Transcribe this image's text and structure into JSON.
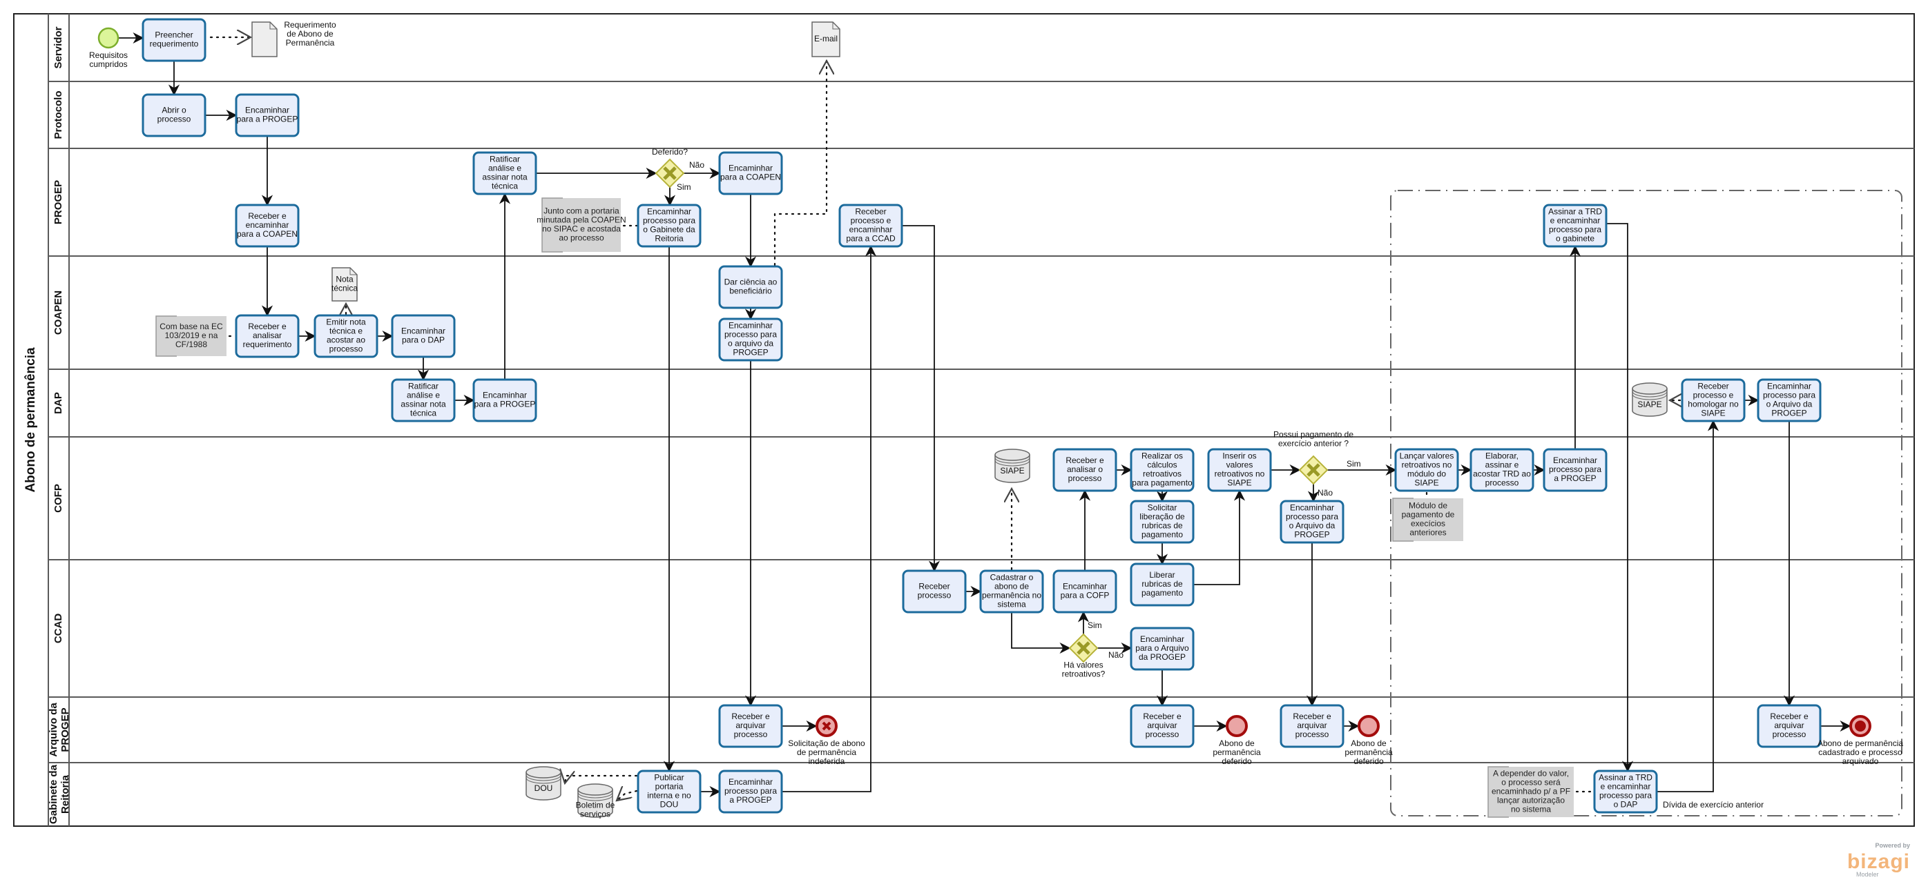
{
  "pool": {
    "title": "Abono de permanência"
  },
  "lanes": [
    {
      "id": "servidor",
      "label": "Servidor"
    },
    {
      "id": "protocolo",
      "label": "Protocolo"
    },
    {
      "id": "progep",
      "label": "PROGEP"
    },
    {
      "id": "coapen",
      "label": "COAPEN"
    },
    {
      "id": "dap",
      "label": "DAP"
    },
    {
      "id": "cofp",
      "label": "COFP"
    },
    {
      "id": "ccad",
      "label": "CCAD"
    },
    {
      "id": "arquivo",
      "label": "Arquivo da PROGEP"
    },
    {
      "id": "gabinete",
      "label": "Gabinete da Reitoria"
    }
  ],
  "tasks": [
    {
      "id": "t_preencher",
      "lane": "servidor",
      "label": "Preencher requerimento"
    },
    {
      "id": "t_abrir",
      "lane": "protocolo",
      "label": "Abrir o processo"
    },
    {
      "id": "t_prot_enc",
      "lane": "protocolo",
      "label": "Encaminhar para a PROGEP"
    },
    {
      "id": "t_progep_rec",
      "lane": "progep",
      "label": "Receber e encaminhar para a COAPEN"
    },
    {
      "id": "t_progep_ratif",
      "lane": "progep",
      "label": "Ratificar análise e assinar nota técnica"
    },
    {
      "id": "t_progep_enc_coapen",
      "lane": "progep",
      "label": "Encaminhar para a COAPEN"
    },
    {
      "id": "t_progep_enc_gab",
      "lane": "progep",
      "label": "Encaminhar processo para o Gabinete da Reitoria"
    },
    {
      "id": "t_progep_rec_ccad",
      "lane": "progep",
      "label": "Receber processo e encaminhar para a CCAD"
    },
    {
      "id": "t_progep_assinar",
      "lane": "progep",
      "label": "Assinar a TRD e encaminhar processo para o gabinete"
    },
    {
      "id": "t_coapen_rec",
      "lane": "coapen",
      "label": "Receber e analisar requerimento"
    },
    {
      "id": "t_coapen_emitir",
      "lane": "coapen",
      "label": "Emitir nota técnica e acostar ao processo"
    },
    {
      "id": "t_coapen_enc_dap",
      "lane": "coapen",
      "label": "Encaminhar para o DAP"
    },
    {
      "id": "t_coapen_ciencia",
      "lane": "coapen",
      "label": "Dar ciência ao beneficiário"
    },
    {
      "id": "t_coapen_enc_arq",
      "lane": "coapen",
      "label": "Encaminhar processo para o arquivo da PROGEP"
    },
    {
      "id": "t_dap_ratif",
      "lane": "dap",
      "label": "Ratificar análise e assinar nota técnica"
    },
    {
      "id": "t_dap_enc",
      "lane": "dap",
      "label": "Encaminhar para a PROGEP"
    },
    {
      "id": "t_dap_homologar",
      "lane": "dap",
      "label": "Receber processo e homologar no SIAPE"
    },
    {
      "id": "t_dap_enc_arq",
      "lane": "dap",
      "label": "Encaminhar processo para o Arquivo da PROGEP"
    },
    {
      "id": "t_cofp_rec",
      "lane": "cofp",
      "label": "Receber e analisar o processo"
    },
    {
      "id": "t_cofp_calc",
      "lane": "cofp",
      "label": "Realizar os cálculos retroativos para pagamento"
    },
    {
      "id": "t_cofp_solic",
      "lane": "cofp",
      "label": "Solicitar liberação de rubricas de pagamento"
    },
    {
      "id": "t_cofp_inserir",
      "lane": "cofp",
      "label": "Inserir os valores retroativos no SIAPE"
    },
    {
      "id": "t_cofp_enc_arq",
      "lane": "cofp",
      "label": "Encaminhar processo para o Arquivo da PROGEP"
    },
    {
      "id": "t_cofp_lancar",
      "lane": "cofp",
      "label": "Lançar valores retroativos no módulo do SIAPE"
    },
    {
      "id": "t_cofp_elaborar",
      "lane": "cofp",
      "label": "Elaborar, assinar e acostar TRD ao processo"
    },
    {
      "id": "t_cofp_enc_progep",
      "lane": "cofp",
      "label": "Encaminhar processo para a PROGEP"
    },
    {
      "id": "t_ccad_rec",
      "lane": "ccad",
      "label": "Receber processo"
    },
    {
      "id": "t_ccad_cadastrar",
      "lane": "ccad",
      "label": "Cadastrar o abono de permanência no sistema"
    },
    {
      "id": "t_ccad_enc_cofp",
      "lane": "ccad",
      "label": "Encaminhar para a COFP"
    },
    {
      "id": "t_ccad_liberar",
      "lane": "ccad",
      "label": "Liberar rubricas de pagamento"
    },
    {
      "id": "t_ccad_enc_arq",
      "lane": "ccad",
      "label": "Encaminhar para o Arquivo da PROGEP"
    },
    {
      "id": "t_arq_1",
      "lane": "arquivo",
      "label": "Receber e arquivar processo"
    },
    {
      "id": "t_arq_2",
      "lane": "arquivo",
      "label": "Receber e arquivar processo"
    },
    {
      "id": "t_arq_3",
      "lane": "arquivo",
      "label": "Receber e arquivar processo"
    },
    {
      "id": "t_arq_4",
      "lane": "arquivo",
      "label": "Receber e arquivar processo"
    },
    {
      "id": "t_gab_publicar",
      "lane": "gabinete",
      "label": "Publicar portaria interna e no DOU"
    },
    {
      "id": "t_gab_enc",
      "lane": "gabinete",
      "label": "Encaminhar processo para a PROGEP"
    },
    {
      "id": "t_gab_assinar",
      "lane": "gabinete",
      "label": "Assinar a TRD e encaminhar processo para o DAP"
    }
  ],
  "gateways": [
    {
      "id": "g_deferido",
      "label": "Deferido?",
      "yes": "Sim",
      "no": "Não"
    },
    {
      "id": "g_retro",
      "label": "Há valores retroativos?",
      "yes": "Sim",
      "no": "Não"
    },
    {
      "id": "g_exercicio",
      "label": "Possui pagamento de exercício anterior ?",
      "yes": "Sim",
      "no": "Não"
    }
  ],
  "events": [
    {
      "id": "e_start",
      "type": "start",
      "label": "Requisitos cumpridos"
    },
    {
      "id": "e_end_indef",
      "type": "end-error",
      "label": "Solicitação de abono de permanência indeferida"
    },
    {
      "id": "e_end_def1",
      "type": "end",
      "label": "Abono de permanência deferido"
    },
    {
      "id": "e_end_def2",
      "type": "end",
      "label": "Abono de permanência deferido"
    },
    {
      "id": "e_end_final",
      "type": "end-terminate",
      "label": "Abono de permanência cadastrado e processo arquivado"
    }
  ],
  "documents": [
    {
      "id": "d_req",
      "label": "Requerimento de Abono de Permanência"
    },
    {
      "id": "d_email",
      "label": "E-mail"
    },
    {
      "id": "d_nota",
      "label": "Nota técnica"
    }
  ],
  "datastores": [
    {
      "id": "db_siape_cofp",
      "label": "SIAPE"
    },
    {
      "id": "db_siape_dap",
      "label": "SIAPE"
    },
    {
      "id": "db_dou",
      "label": "DOU"
    },
    {
      "id": "db_boletim",
      "label": "Boletim de serviços"
    }
  ],
  "annotations": [
    {
      "id": "a_base",
      "label": "Com base na EC 103/2019 e na CF/1988"
    },
    {
      "id": "a_junto",
      "label": "Junto com a portaria minutada pela COAPEN no SIPAC e acostada ao processo"
    },
    {
      "id": "a_modulo",
      "label": "Módulo de pagamento de execícios anteriores"
    },
    {
      "id": "a_depender",
      "label": "A depender do valor, o processo será encaminhado p/ a PF lançar autorização no sistema"
    }
  ],
  "group": {
    "label": "Dívida de exercício anterior"
  },
  "branding": {
    "powered": "Powered by",
    "name": "bizagi",
    "product": "Modeler"
  }
}
